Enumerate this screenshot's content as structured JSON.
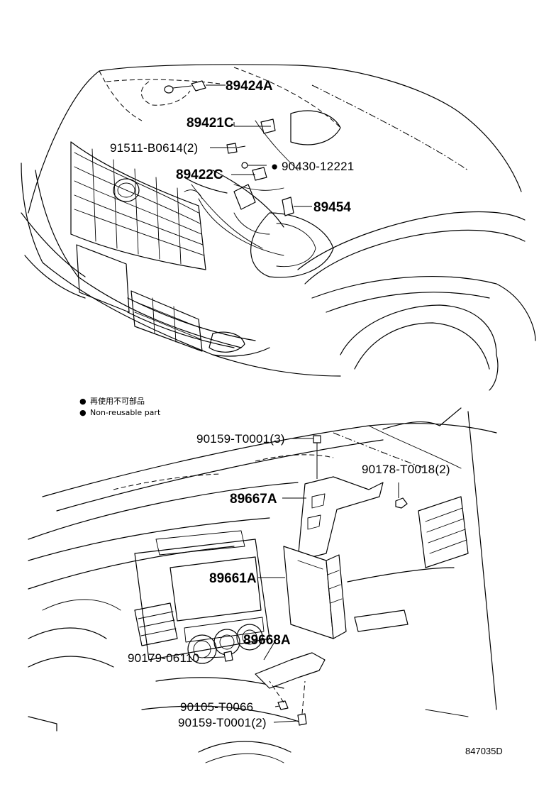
{
  "diagram": {
    "figure_number": "847035D",
    "notes": [
      {
        "marker": "●",
        "text": "再使用不可部品"
      },
      {
        "marker": "●",
        "text": "Non-reusable part"
      }
    ],
    "upper_callouts": [
      {
        "text": "89424A"
      },
      {
        "text": "89421C"
      },
      {
        "text": "91511-B0614(2)"
      },
      {
        "text": "90430-12221",
        "marker": "●"
      },
      {
        "text": "89422C"
      },
      {
        "text": "89454"
      }
    ],
    "lower_callouts": [
      {
        "text": "90159-T0001(3)"
      },
      {
        "text": "90178-T0018(2)"
      },
      {
        "text": "89667A"
      },
      {
        "text": "89661A"
      },
      {
        "text": "89668A"
      },
      {
        "text": "90179-06110"
      },
      {
        "text": "90105-T0066"
      },
      {
        "text": "90159-T0001(2)"
      }
    ]
  }
}
